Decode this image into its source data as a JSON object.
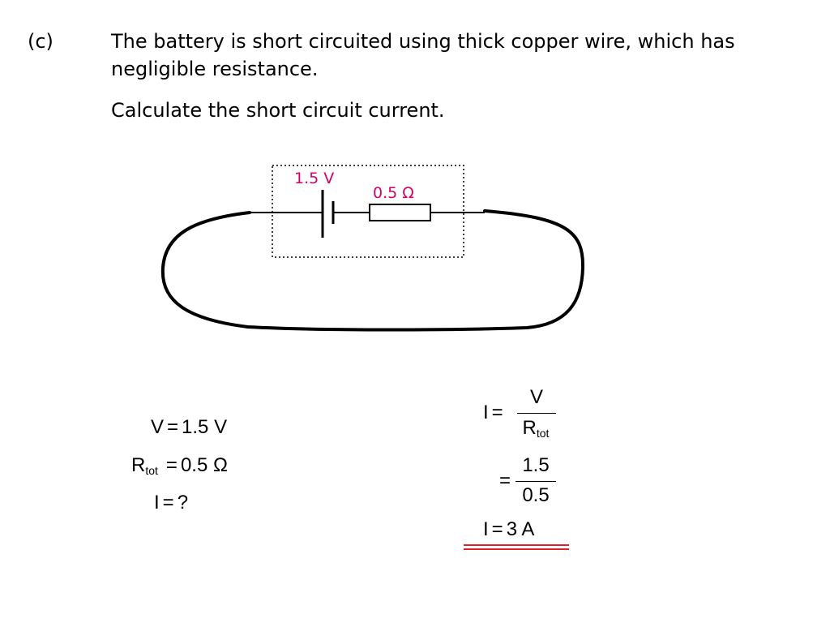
{
  "question": {
    "label": "(c)",
    "text": "The battery is short circuited using thick copper wire, which has negligible resistance.",
    "instruction": "Calculate the short circuit current."
  },
  "circuit": {
    "battery_label": "1.5 V",
    "resistor_label": "0.5 Ω",
    "label_color": "#d4006a"
  },
  "given": {
    "voltage": {
      "symbol": "V",
      "op": "=",
      "value": "1.5 V"
    },
    "resistance": {
      "symbol": "R",
      "subscript": "tot",
      "op": "=",
      "value": "0.5 Ω"
    },
    "current": {
      "symbol": "I",
      "op": "=",
      "value": "?"
    }
  },
  "working": {
    "formula": {
      "lhs": "I",
      "op": "=",
      "numerator": "V",
      "denominator": "R",
      "denominator_subscript": "tot"
    },
    "substitution": {
      "op": "=",
      "numerator": "1.5",
      "denominator": "0.5"
    },
    "answer": {
      "lhs": "I",
      "op": "=",
      "value": "3 A"
    },
    "underline_color": "#e0202a"
  }
}
